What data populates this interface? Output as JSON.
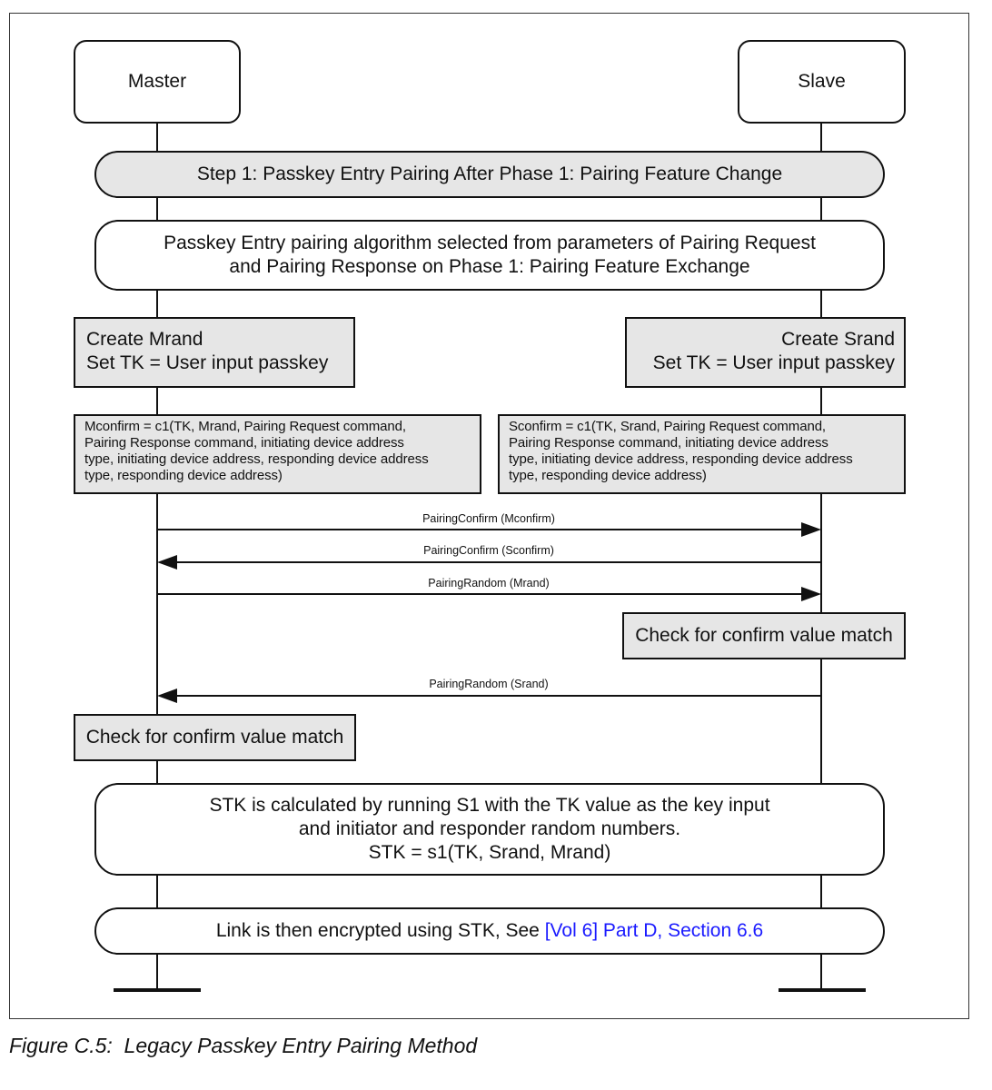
{
  "actors": {
    "master": "Master",
    "slave": "Slave"
  },
  "step_banner": "Step 1: Passkey Entry Pairing After Phase 1: Pairing Feature Change",
  "selection_note": [
    "Passkey Entry pairing algorithm selected from parameters of Pairing Request",
    "and Pairing Response on Phase 1: Pairing Feature Exchange"
  ],
  "master_create": [
    "Create Mrand",
    "Set TK = User input passkey"
  ],
  "slave_create": [
    "Create Srand",
    "Set TK = User input passkey"
  ],
  "master_confirm": [
    "Mconfirm = c1(TK, Mrand, Pairing Request command,",
    "Pairing Response command, initiating device address",
    "type, initiating device address, responding device address",
    "type, responding device address)"
  ],
  "slave_confirm": [
    "Sconfirm = c1(TK, Srand, Pairing Request command,",
    "Pairing Response command, initiating device address",
    "type, initiating device address, responding device address",
    "type, responding device address)"
  ],
  "messages": [
    {
      "label": "PairingConfirm (Mconfirm)",
      "direction": "master-to-slave"
    },
    {
      "label": "PairingConfirm (Sconfirm)",
      "direction": "slave-to-master"
    },
    {
      "label": "PairingRandom (Mrand)",
      "direction": "master-to-slave"
    },
    {
      "label": "PairingRandom (Srand)",
      "direction": "slave-to-master"
    }
  ],
  "slave_check": "Check for confirm value match",
  "master_check": "Check for confirm value match",
  "stk_note": [
    "STK is calculated by running S1 with the TK value as the key input",
    "and initiator and responder random numbers.",
    "STK = s1(TK, Srand, Mrand)"
  ],
  "encrypt_note": {
    "text": "Link is then encrypted using STK, See ",
    "link": "[Vol 6] Part D, Section 6.6",
    "link_color": "#1a1aff"
  },
  "caption": "Figure C.5:  Legacy Passkey Entry Pairing Method"
}
